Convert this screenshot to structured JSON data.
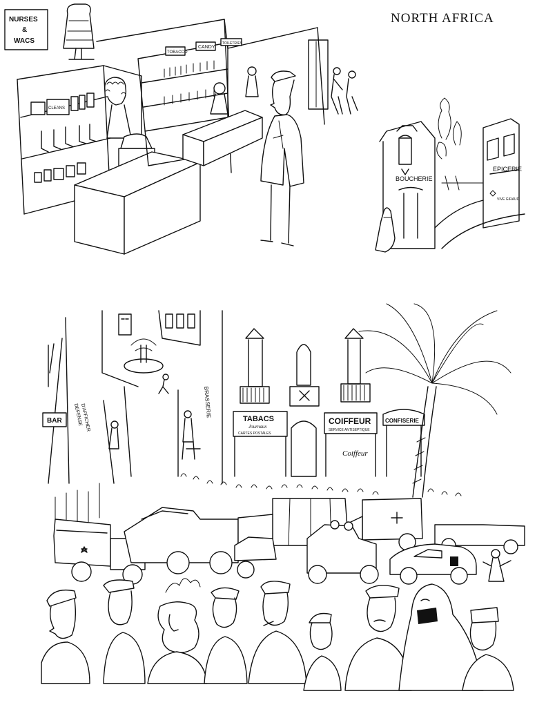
{
  "title": "NORTH AFRICA",
  "store": {
    "sign_lines": [
      "NURSES",
      "&",
      "WACS"
    ],
    "shelf_labels": [
      "TOBACCO",
      "CANDY",
      "TOILETRIES"
    ],
    "box_label": "CLEANS"
  },
  "street_top": {
    "butcher": "BOUCHERIE",
    "grocery": "EPICERIE",
    "bill": "VIVE GIRAUD"
  },
  "city": {
    "wall_text_1": "DEFENSE",
    "wall_text_2": "D'AFFICHER",
    "brasserie": "BRASSERIE",
    "tabacs": "TABACS",
    "tabacs_sub": "Journaux",
    "tabacs_sub2": "CARTES POSTALES",
    "coiffeur": "COIFFEUR",
    "coiffeur_sub": "SERVICE ANTISEPTIQUE",
    "confiserie": "CONFISERIE",
    "coiffeur_script": "Coiffeur",
    "bar_sign": "BAR"
  }
}
